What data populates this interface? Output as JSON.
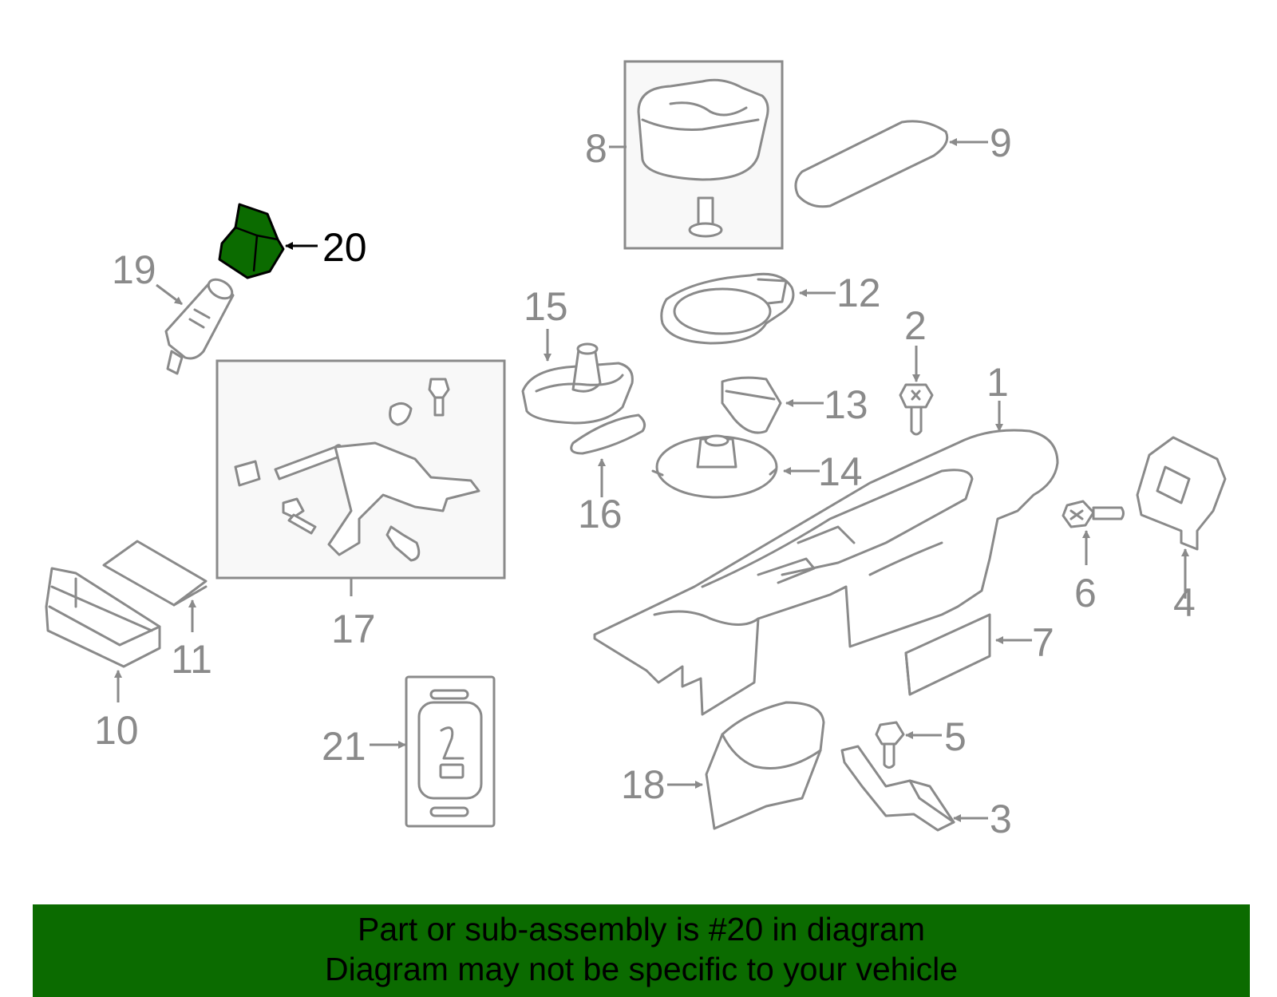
{
  "diagram": {
    "highlight_color": "#0b6b00",
    "line_color": "#8a8a8a",
    "callouts": {
      "c1": "1",
      "c2": "2",
      "c3": "3",
      "c4": "4",
      "c5": "5",
      "c6": "6",
      "c7": "7",
      "c8": "8",
      "c9": "9",
      "c10": "10",
      "c11": "11",
      "c12": "12",
      "c13": "13",
      "c14": "14",
      "c15": "15",
      "c16": "16",
      "c17": "17",
      "c18": "18",
      "c19": "19",
      "c20": "20",
      "c21": "21"
    },
    "highlighted_part": "20"
  },
  "banner": {
    "background": "#0b6b00",
    "line1": "Part or sub-assembly is #20 in diagram",
    "line2": "Diagram may not be specific to your vehicle"
  }
}
